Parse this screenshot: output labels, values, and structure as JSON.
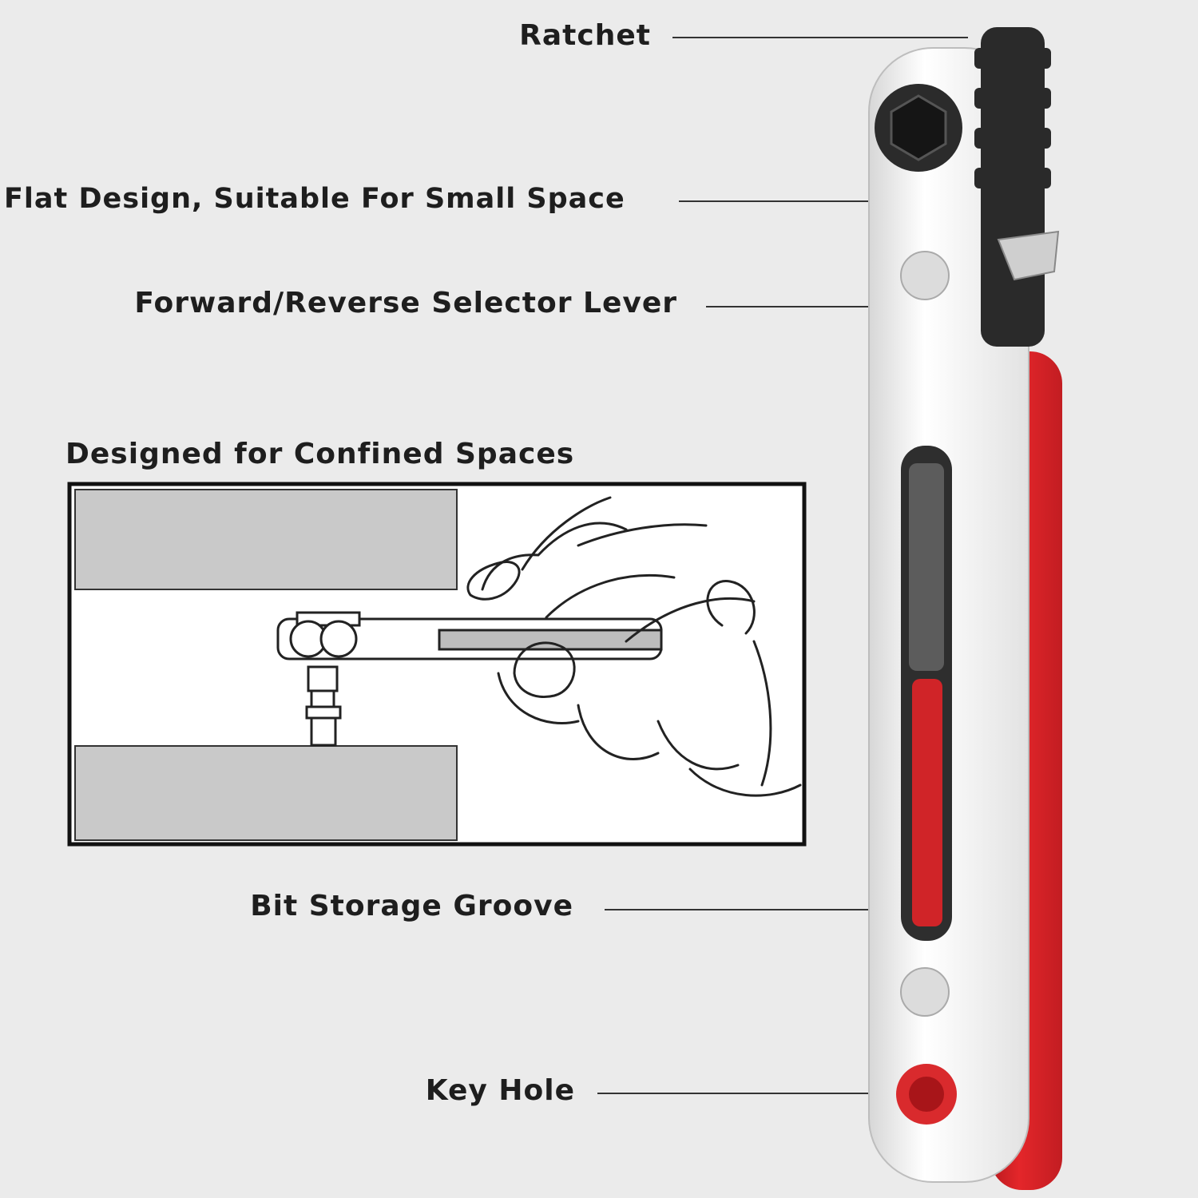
{
  "labels": {
    "ratchet": "Ratchet",
    "flat_design": "Flat Design, Suitable For Small Space",
    "selector_lever": "Forward/Reverse Selector Lever",
    "confined": "Designed for Confined Spaces",
    "bit_storage": "Bit Storage Groove",
    "key_hole": "Key Hole"
  },
  "colors": {
    "background": "#ebebeb",
    "handle_red": "#e4262a",
    "plate_silver": "#f4f4f4",
    "ratchet_black": "#2a2a2a",
    "panel_gray": "#c9c9c9"
  }
}
